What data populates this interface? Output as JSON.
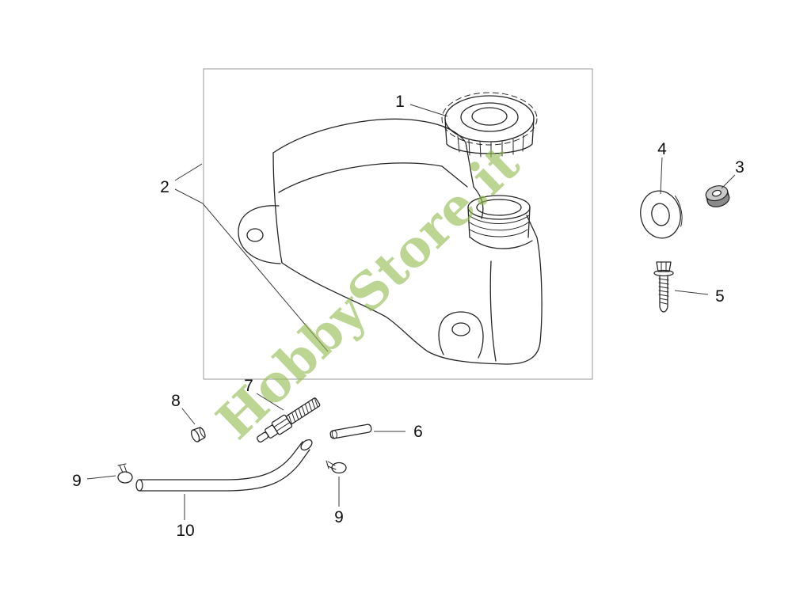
{
  "watermark": {
    "text": "HobbyStore.it",
    "color": "#94BC52"
  },
  "callouts": {
    "c1": "1",
    "c2": "2",
    "c3": "3",
    "c4": "4",
    "c5": "5",
    "c6": "6",
    "c7": "7",
    "c8": "8",
    "c9_left": "9",
    "c9_right": "9",
    "c10": "10"
  }
}
